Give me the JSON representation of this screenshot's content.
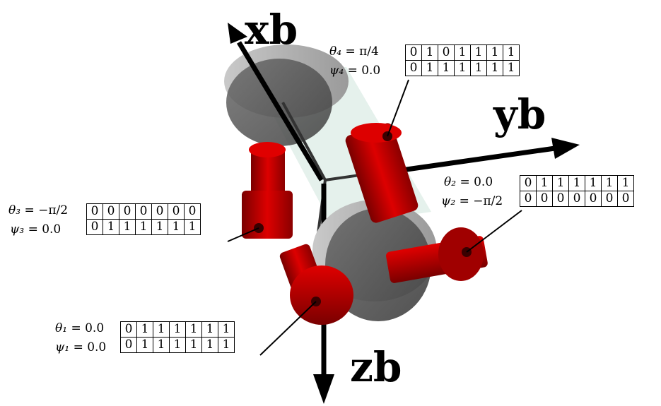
{
  "axes": {
    "x": "xb",
    "y": "yb",
    "z": "zb"
  },
  "joints": [
    {
      "id": "4",
      "theta_label": "θ₄",
      "theta_value": "= π/4",
      "psi_label": "ψ₄",
      "psi_value": "= 0.0",
      "theta_bits": [
        "0",
        "1",
        "0",
        "1",
        "1",
        "1",
        "1"
      ],
      "psi_bits": [
        "0",
        "1",
        "1",
        "1",
        "1",
        "1",
        "1"
      ]
    },
    {
      "id": "2",
      "theta_label": "θ₂",
      "theta_value": "=   0.0",
      "psi_label": "ψ₂",
      "psi_value": "= −π/2",
      "theta_bits": [
        "0",
        "1",
        "1",
        "1",
        "1",
        "1",
        "1"
      ],
      "psi_bits": [
        "0",
        "0",
        "0",
        "0",
        "0",
        "0",
        "0"
      ]
    },
    {
      "id": "3",
      "theta_label": "θ₃",
      "theta_value": "= −π/2",
      "psi_label": "ψ₃",
      "psi_value": "=   0.0",
      "theta_bits": [
        "0",
        "0",
        "0",
        "0",
        "0",
        "0",
        "0"
      ],
      "psi_bits": [
        "0",
        "1",
        "1",
        "1",
        "1",
        "1",
        "1"
      ]
    },
    {
      "id": "1",
      "theta_label": "θ₁",
      "theta_value": "= 0.0",
      "psi_label": "ψ₁",
      "psi_value": "= 0.0",
      "theta_bits": [
        "0",
        "1",
        "1",
        "1",
        "1",
        "1",
        "1"
      ],
      "psi_bits": [
        "0",
        "1",
        "1",
        "1",
        "1",
        "1",
        "1"
      ]
    }
  ],
  "colors": {
    "motor_red": "#cc0000",
    "motor_dark": "#7a0000",
    "disk_gray": "#8a8a8a",
    "body_tint": "#cfe6dc"
  }
}
